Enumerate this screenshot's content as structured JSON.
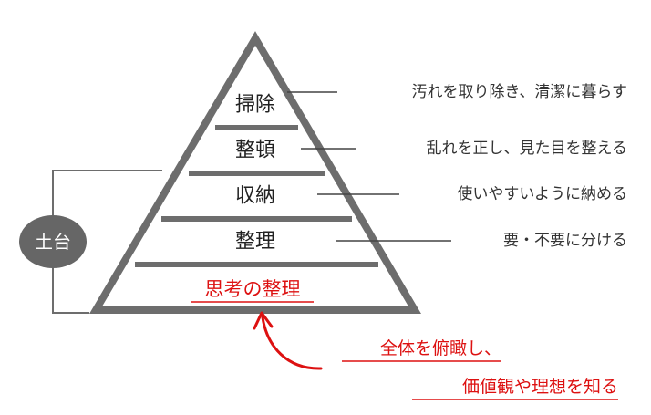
{
  "levels": [
    {
      "label": "掃除",
      "description": "汚れを取り除き、清潔に暮らす"
    },
    {
      "label": "整頓",
      "description": "乱れを正し、見た目を整える"
    },
    {
      "label": "収納",
      "description": "使いやすいように納める"
    },
    {
      "label": "整理",
      "description": "要・不要に分ける"
    }
  ],
  "foundation": "思考の整理",
  "badge": "土台",
  "note": {
    "line1": "全体を俯瞰し、",
    "line2": "価値観や理想を知る"
  },
  "colors": {
    "pyramid": "#6d6d6d",
    "accent": "#dd1111",
    "badge_fill": "#666666"
  }
}
